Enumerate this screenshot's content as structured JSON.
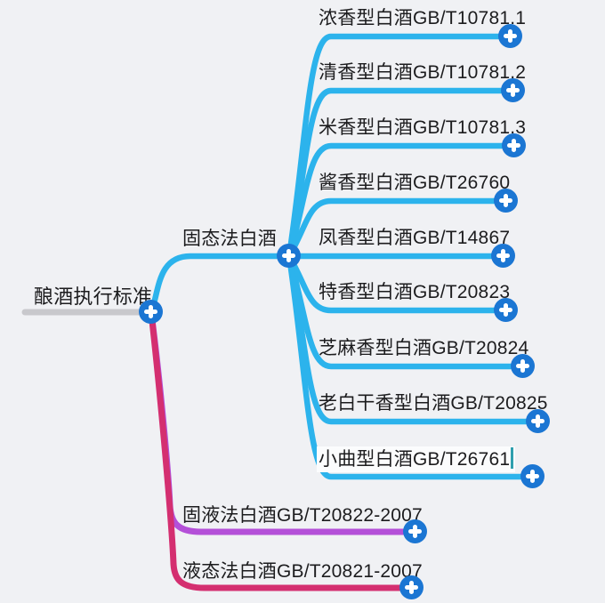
{
  "colors": {
    "background": "#f0f1f4",
    "branch_blue": "#2cb3ec",
    "branch_purple": "#b450d8",
    "branch_crimson": "#d42f70",
    "root_bar_gray": "#c8c8cc",
    "plus_button_blue": "#1b76d3",
    "text": "#1c1c1e",
    "text_cursor_teal": "#2f9fae"
  },
  "icons": {
    "plus": "plus-icon"
  },
  "mindmap": {
    "root": {
      "label": "酿酒执行标准"
    },
    "branches": [
      {
        "label": "固态法白酒",
        "color": "#2cb3ec",
        "children": [
          {
            "label": "浓香型白酒GB/T10781.1"
          },
          {
            "label": "清香型白酒GB/T10781.2"
          },
          {
            "label": "米香型白酒GB/T10781.3"
          },
          {
            "label": "酱香型白酒GB/T26760"
          },
          {
            "label": "凤香型白酒GB/T14867"
          },
          {
            "label": "特香型白酒GB/T20823"
          },
          {
            "label": "芝麻香型白酒GB/T20824"
          },
          {
            "label": "老白干香型白酒GB/T20825"
          },
          {
            "label": "小曲型白酒GB/T26761",
            "editing": true
          }
        ]
      },
      {
        "label": "固液法白酒GB/T20822-2007",
        "color": "#b450d8",
        "children": []
      },
      {
        "label": "液态法白酒GB/T20821-2007",
        "color": "#d42f70",
        "children": []
      }
    ]
  }
}
